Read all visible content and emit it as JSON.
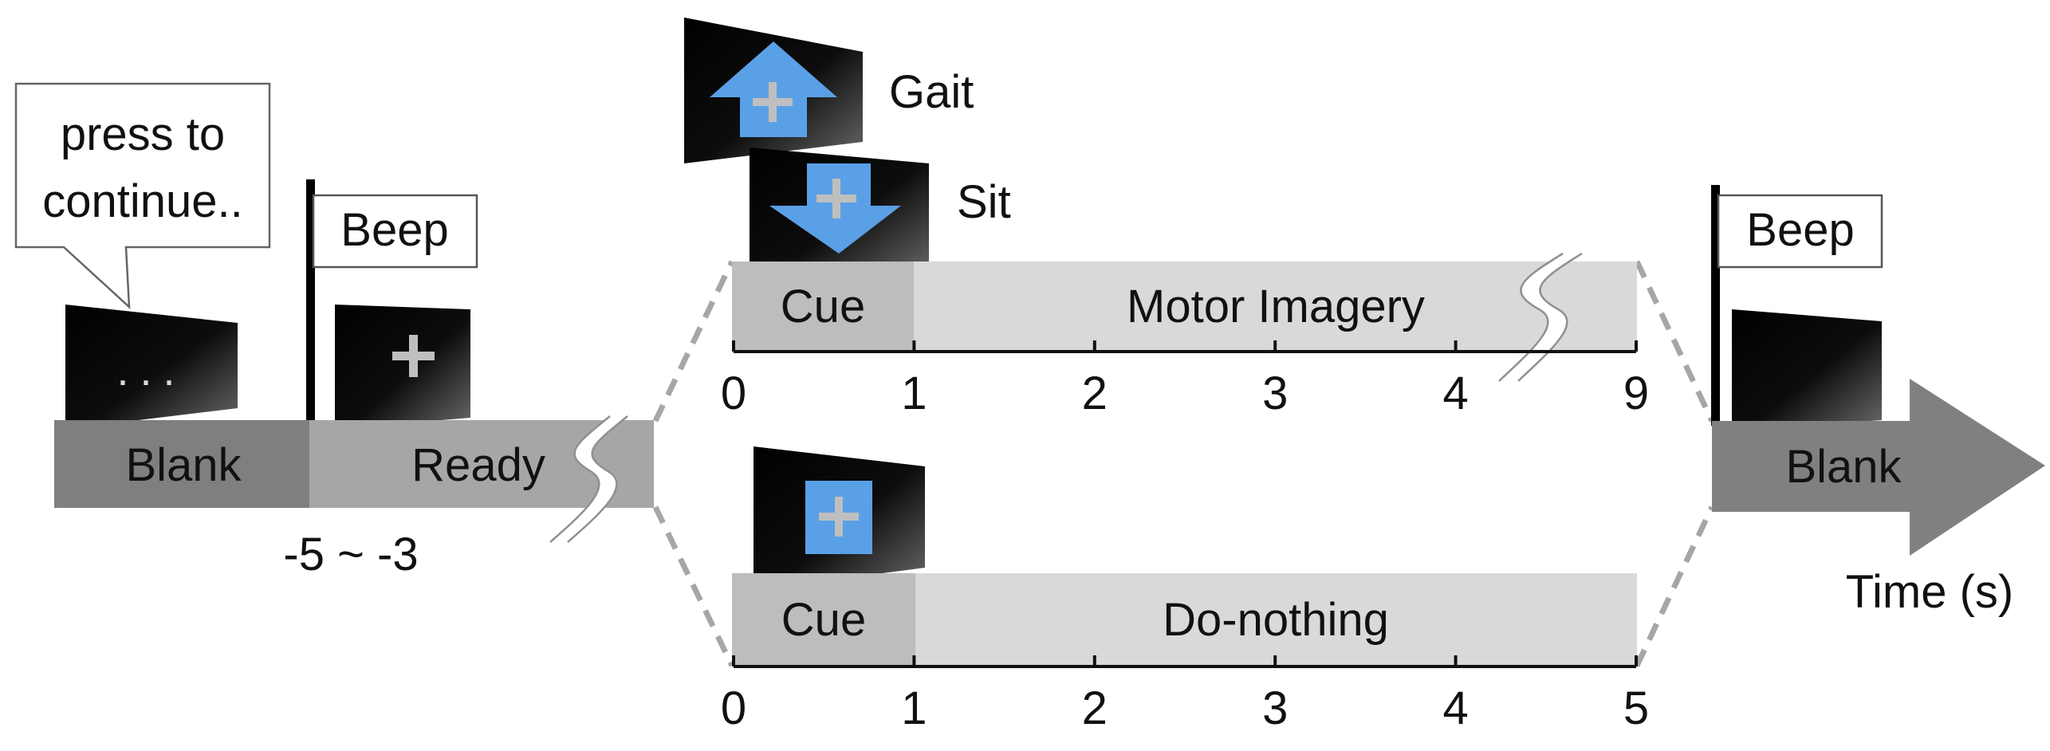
{
  "colors": {
    "blank_bar": "#7f7f7f",
    "ready_bar": "#a6a6a6",
    "cue_bar": "#bdbdbd",
    "task_bar": "#d9d9d9",
    "screen": "#0a0a0a",
    "cue_blue": "#5aa0e6",
    "dashed": "#a6a6a6",
    "arrow": "#808080"
  },
  "pre_trial": {
    "speech_bubble": "press to\ncontinue..",
    "screen_dots": "...",
    "beep_flag": "Beep",
    "blank_label": "Blank",
    "ready_label": "Ready",
    "ready_duration": "-5 ~ -3"
  },
  "motor_imagery": {
    "cue_gait_label": "Gait",
    "cue_sit_label": "Sit",
    "cue_label": "Cue",
    "task_label": "Motor Imagery",
    "ticks": [
      "0",
      "1",
      "2",
      "3",
      "4",
      "9"
    ]
  },
  "do_nothing": {
    "cue_label": "Cue",
    "task_label": "Do-nothing",
    "ticks": [
      "0",
      "1",
      "2",
      "3",
      "4",
      "5"
    ]
  },
  "post_trial": {
    "beep_flag": "Beep",
    "blank_label": "Blank",
    "time_axis_label": "Time (s)"
  },
  "icons": {
    "fixation": "plus-icon",
    "gait_cue": "arrow-up-icon",
    "sit_cue": "arrow-down-icon",
    "rest_cue": "square-icon"
  }
}
